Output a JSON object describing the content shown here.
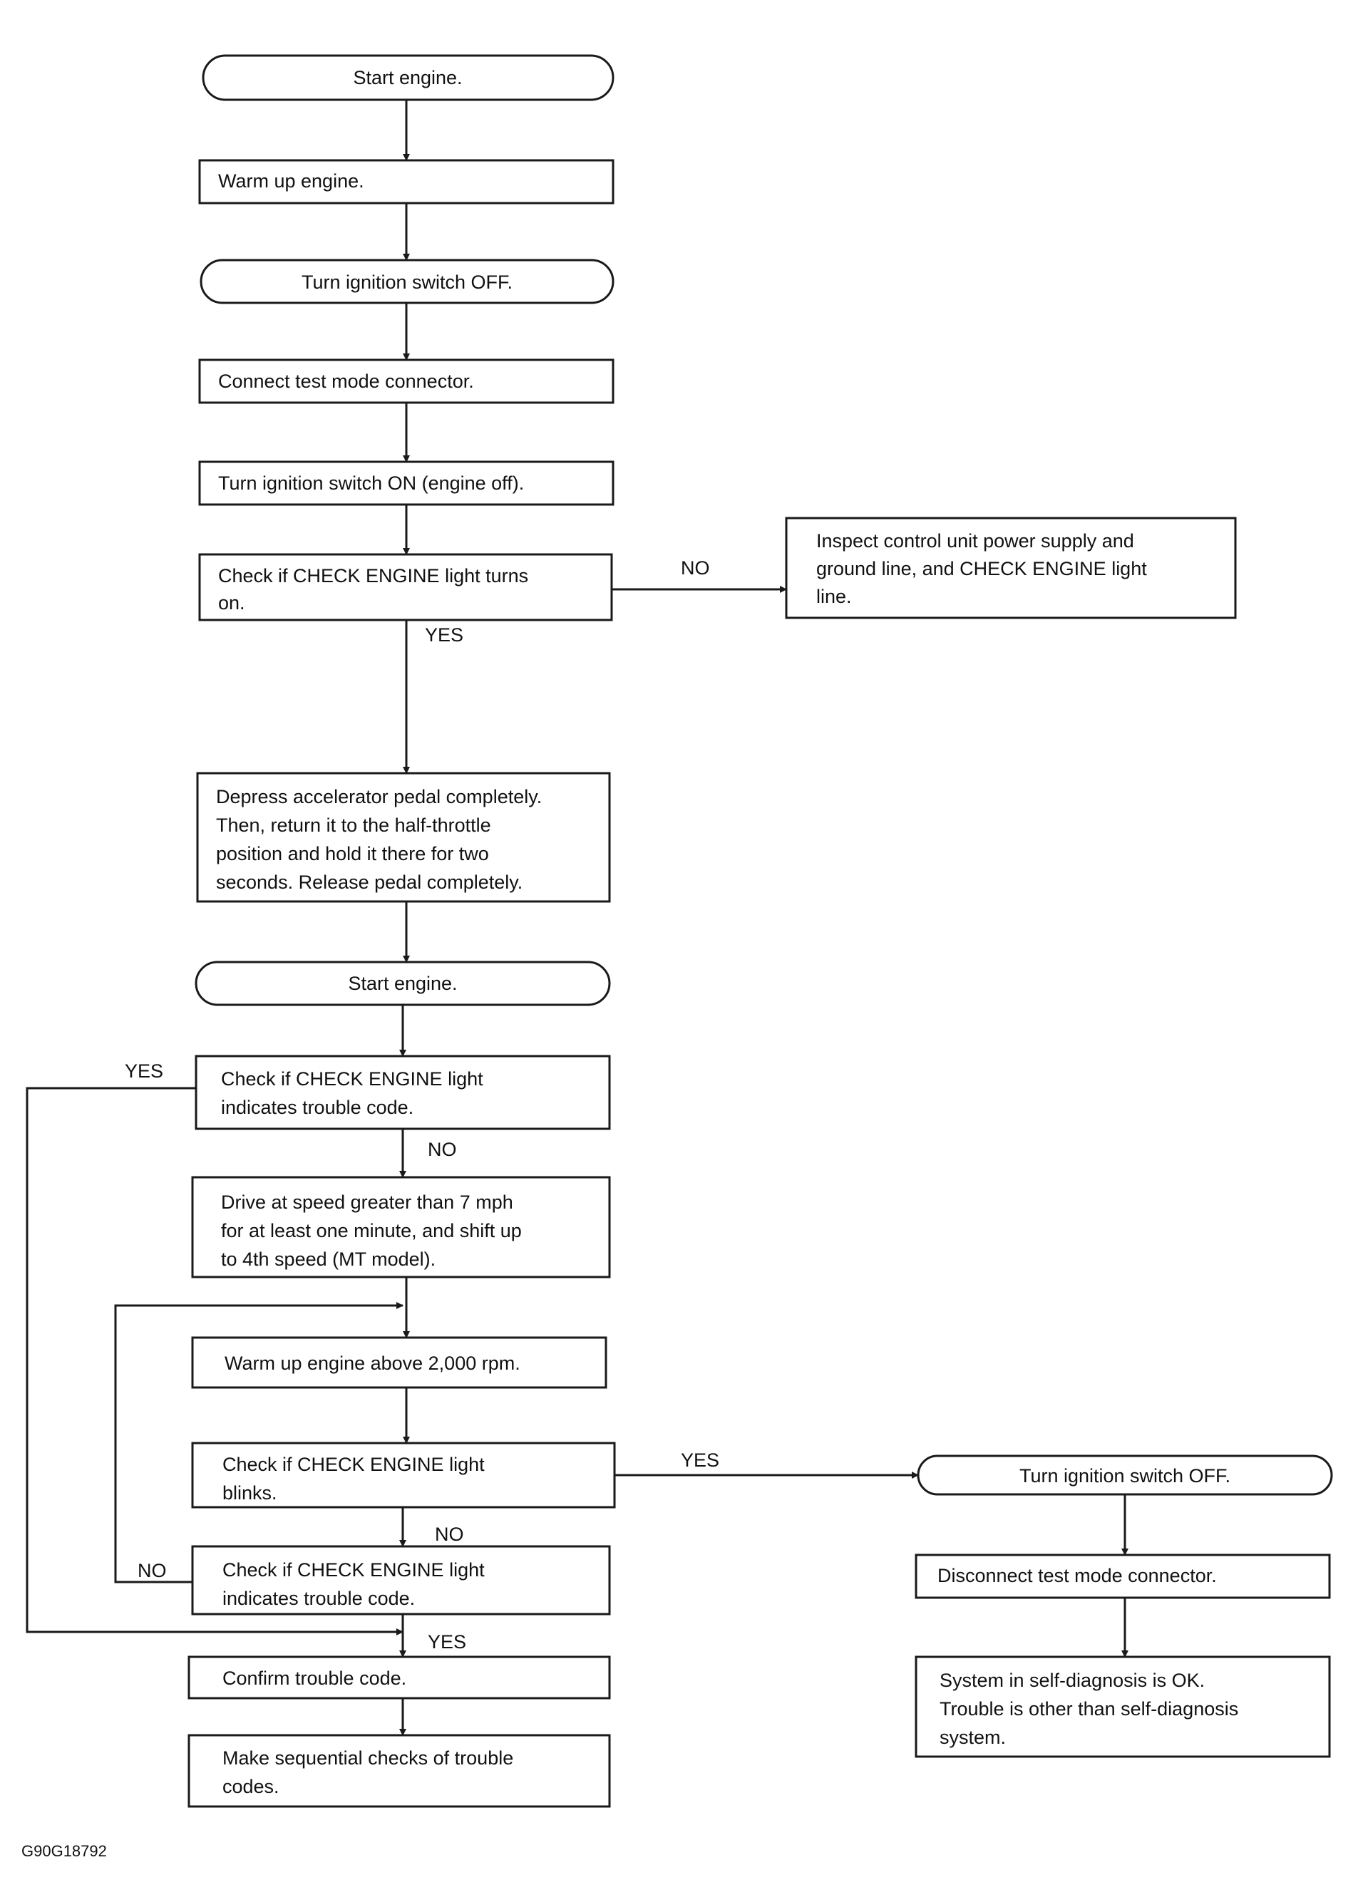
{
  "steps": {
    "start_engine_1": "Start engine.",
    "warm_up": "Warm up engine.",
    "ign_off_1": "Turn ignition switch OFF.",
    "connect_test": "Connect test mode connector.",
    "ign_on": "Turn ignition switch ON (engine off).",
    "check_light_on": [
      "Check if CHECK ENGINE light turns",
      "on."
    ],
    "inspect_power": [
      "Inspect control unit power supply and",
      "ground line, and CHECK ENGINE light",
      "line."
    ],
    "depress_pedal": [
      "Depress accelerator pedal completely.",
      "Then, return it to the half-throttle",
      "position and hold it there for two",
      "seconds.  Release pedal completely."
    ],
    "start_engine_2": "Start engine.",
    "check_code_1": [
      "Check if CHECK ENGINE light",
      "indicates trouble code."
    ],
    "drive": [
      "Drive at speed greater than 7 mph",
      "for at least one minute, and shift up",
      "to 4th speed (MT model)."
    ],
    "warm_2000": "Warm up engine above 2,000 rpm.",
    "check_blinks": [
      "Check if CHECK ENGINE light",
      "blinks."
    ],
    "check_code_2": [
      "Check if CHECK ENGINE light",
      "indicates trouble code."
    ],
    "confirm_code": "Confirm trouble code.",
    "sequential": [
      "Make sequential checks of trouble",
      "codes."
    ],
    "ign_off_2": "Turn ignition switch OFF.",
    "disconnect_test": "Disconnect test mode connector.",
    "system_ok": [
      "System in self-diagnosis is OK.",
      "Trouble is other than self-diagnosis",
      "system."
    ]
  },
  "labels": {
    "no": "NO",
    "yes": "YES"
  },
  "figure_code": "G90G18792"
}
